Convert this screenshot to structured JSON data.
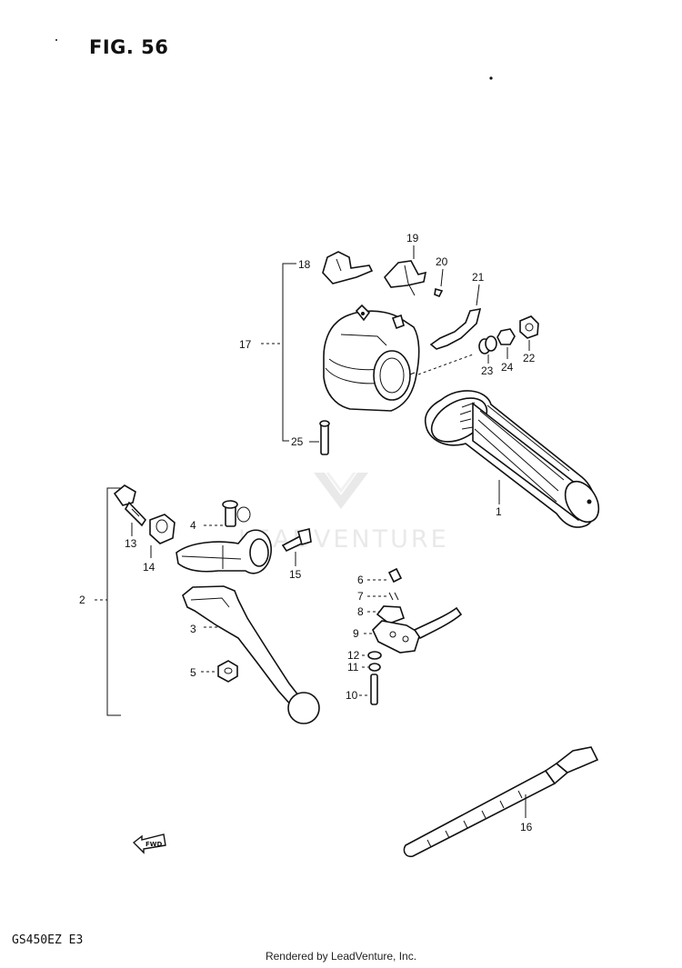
{
  "figure": {
    "title": "FIG. 56",
    "model_code": "GS450EZ  E3"
  },
  "callouts": {
    "c1": "1",
    "c2": "2",
    "c3": "3",
    "c4": "4",
    "c5": "5",
    "c6": "6",
    "c7": "7",
    "c8": "8",
    "c9": "9",
    "c10": "10",
    "c11": "11",
    "c12": "12",
    "c13": "13",
    "c14": "14",
    "c15": "15",
    "c16": "16",
    "c17": "17",
    "c18": "18",
    "c19": "19",
    "c20": "20",
    "c21": "21",
    "c22": "22",
    "c23": "23",
    "c24": "24",
    "c25": "25"
  },
  "fwd_mark": "FWD",
  "watermark": {
    "text": "LEADVENTURE",
    "color": "#d8d8d8"
  },
  "footer": {
    "credit": "Rendered by LeadVenture, Inc."
  }
}
